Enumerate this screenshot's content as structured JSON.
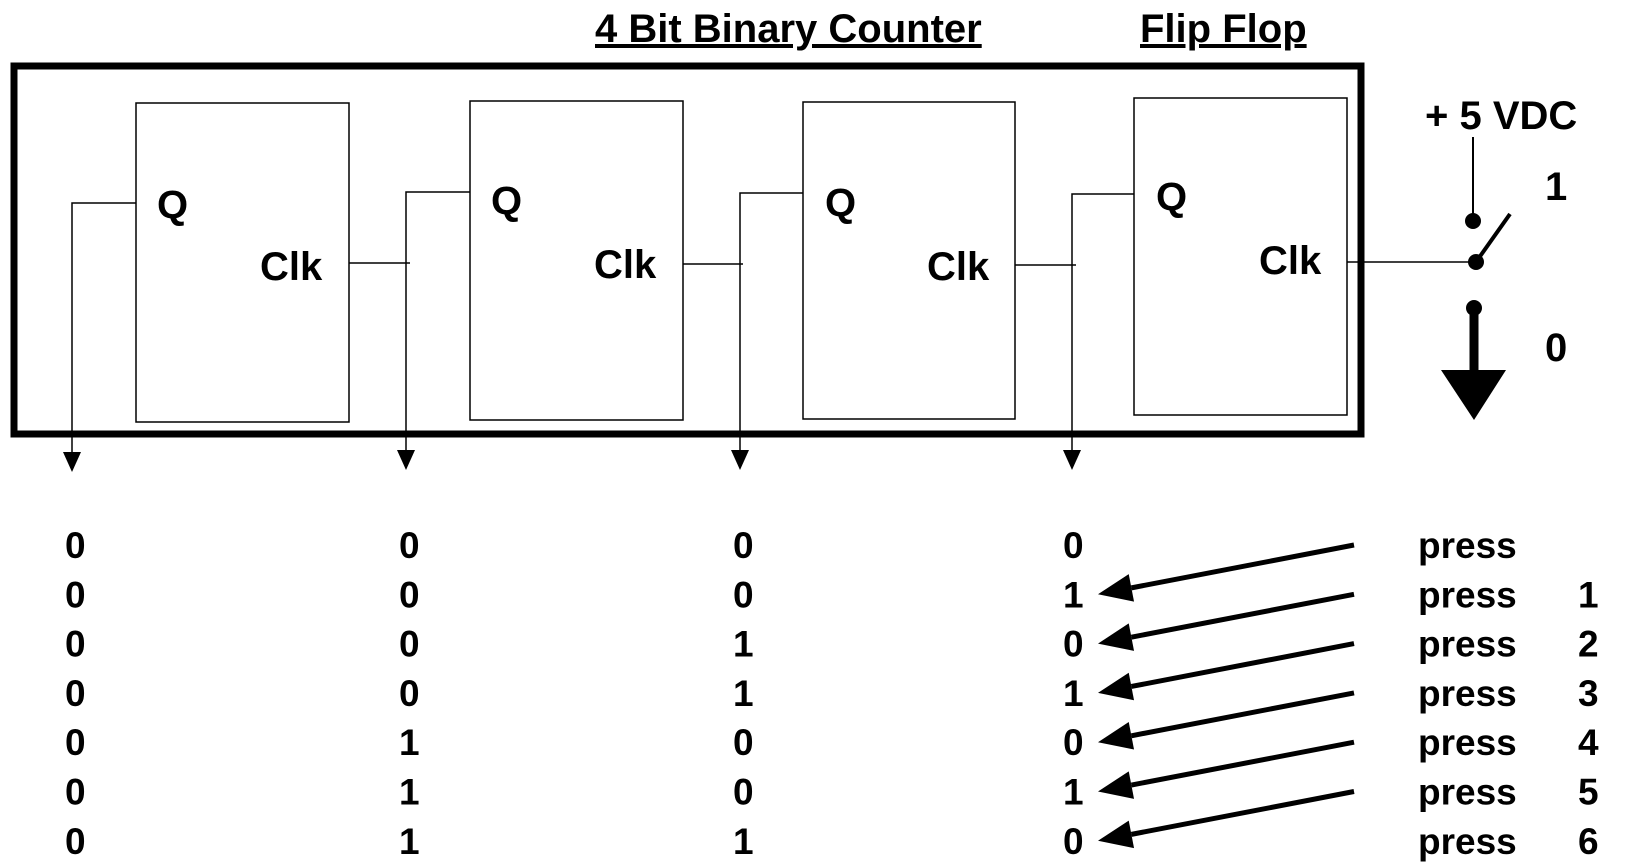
{
  "headings": {
    "counter_title": "4 Bit Binary Counter",
    "flipflop_title": "Flip Flop"
  },
  "flip_flops": [
    {
      "q_label": "Q",
      "clk_label": "Clk"
    },
    {
      "q_label": "Q",
      "clk_label": "Clk"
    },
    {
      "q_label": "Q",
      "clk_label": "Clk"
    },
    {
      "q_label": "Q",
      "clk_label": "Clk"
    }
  ],
  "switch": {
    "supply_label": "+ 5 VDC",
    "high_label": "1",
    "low_label": "0"
  },
  "truth_table": {
    "rows": [
      {
        "bits": [
          "0",
          "0",
          "0",
          "0"
        ],
        "action": "press",
        "number": ""
      },
      {
        "bits": [
          "0",
          "0",
          "0",
          "1"
        ],
        "action": "press",
        "number": "1"
      },
      {
        "bits": [
          "0",
          "0",
          "1",
          "0"
        ],
        "action": "press",
        "number": "2"
      },
      {
        "bits": [
          "0",
          "0",
          "1",
          "1"
        ],
        "action": "press",
        "number": "3"
      },
      {
        "bits": [
          "0",
          "1",
          "0",
          "0"
        ],
        "action": "press",
        "number": "4"
      },
      {
        "bits": [
          "0",
          "1",
          "0",
          "1"
        ],
        "action": "press",
        "number": "5"
      },
      {
        "bits": [
          "0",
          "1",
          "1",
          "0"
        ],
        "action": "press",
        "number": "6"
      }
    ]
  },
  "colors": {
    "ink": "#000000",
    "background": "#ffffff"
  }
}
